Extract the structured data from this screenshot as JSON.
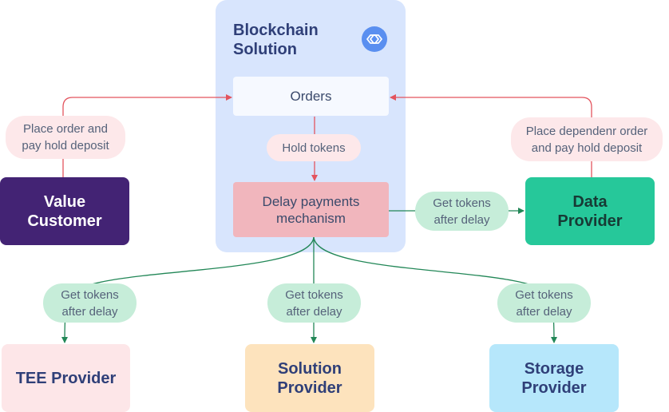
{
  "blockchain": {
    "title_line1": "Blockchain",
    "title_line2": "Solution",
    "icon": "chain-link-icon"
  },
  "orders": {
    "label": "Orders"
  },
  "hold_tokens": {
    "label": "Hold tokens"
  },
  "delay": {
    "line1": "Delay payments",
    "line2": "mechanism"
  },
  "value_customer": {
    "line1": "Value",
    "line2": "Customer"
  },
  "data_provider": {
    "line1": "Data",
    "line2": "Provider"
  },
  "place_order_left": {
    "line1": "Place order and",
    "line2": "pay hold deposit"
  },
  "place_order_right": {
    "line1": "Place dependenr order",
    "line2": "and pay hold deposit"
  },
  "get_tokens_right": {
    "line1": "Get tokens",
    "line2": "after delay"
  },
  "get_tokens_tee": {
    "line1": "Get tokens",
    "line2": "after delay"
  },
  "get_tokens_solution": {
    "line1": "Get tokens",
    "line2": "after delay"
  },
  "get_tokens_storage": {
    "line1": "Get tokens",
    "line2": "after delay"
  },
  "tee_provider": {
    "label": "TEE Provider"
  },
  "solution_provider": {
    "line1": "Solution",
    "line2": "Provider"
  },
  "storage_provider": {
    "line1": "Storage",
    "line2": "Provider"
  },
  "colors": {
    "blockchain_bg": "#d8e5fd",
    "title_text": "#2f3f78",
    "value_customer": "#432374",
    "data_provider": "#26c89a",
    "delay_box": "#f1b6bd",
    "red_arrow": "#e3545e",
    "green_arrow": "#228757",
    "pink_pill": "#fde8ea",
    "green_pill": "#c6edd9",
    "tee_bg": "#fde6e8",
    "solution_bg": "#fde3bd",
    "storage_bg": "#b6e7fb"
  }
}
